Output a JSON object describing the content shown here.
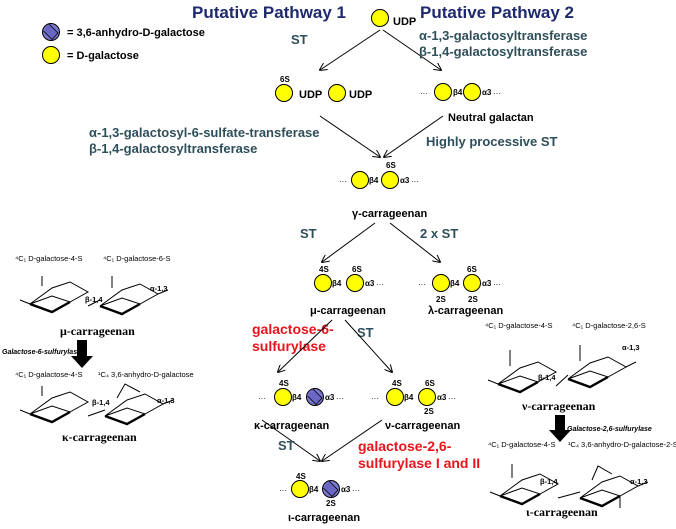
{
  "legend": [
    {
      "symbol": "blue-diamond-circle",
      "label": "= 3,6-anhydro-D-galactose"
    },
    {
      "symbol": "yellow-circle",
      "label": "= D-galactose"
    }
  ],
  "colors": {
    "galactose": "#ffff00",
    "anhydro_galactose": "#7b78d0",
    "pathway_title": "#1f2a6e",
    "enzyme": "#2e4f5a",
    "sulfurylase": "#e8141b"
  },
  "pathway1": {
    "title": "Putative Pathway 1",
    "st": "ST",
    "enzyme1": "α-1,3-galactosyl-6-sulfate-transferase",
    "enzyme2": "β-1,4-galactosyltransferase",
    "intermediate": {
      "sulfate": "6S",
      "udp1": "UDP",
      "udp2": "UDP"
    }
  },
  "pathway2": {
    "title": "Putative Pathway 2",
    "enzyme1": "α-1,3-galactosyltransferase",
    "enzyme2": "β-1,4-galactosyltransferase",
    "intermediate_label": "Neutral galactan",
    "st": "Highly processive ST"
  },
  "start": {
    "udp": "UDP"
  },
  "links": {
    "b4": "β4",
    "a3": "α3",
    "dots": "···"
  },
  "gamma": {
    "name": "γ-carrageenan",
    "s1": "6S"
  },
  "branch1": {
    "left": "ST",
    "right": "2 x ST"
  },
  "mu": {
    "name": "μ-carrageenan",
    "s1": "4S",
    "s2": "6S"
  },
  "lambda": {
    "name": "λ-carrageenan",
    "s1": "6S",
    "s2": "2S",
    "s3": "2S"
  },
  "branch2": {
    "enzyme_line1": "galactose-6-",
    "enzyme_line2": "sulfurylase",
    "st": "ST"
  },
  "kappa": {
    "name": "κ-carrageenan",
    "s1": "4S"
  },
  "nu": {
    "name": "ν-carrageenan",
    "s1": "4S",
    "s2": "6S",
    "s3": "2S"
  },
  "branch3": {
    "st": "ST",
    "enzyme_line1": "galactose-2,6-",
    "enzyme_line2": "sulfurylase I and II"
  },
  "iota": {
    "name": "ι-carrageenan",
    "s1": "4S",
    "s2": "2S"
  },
  "structures_left": {
    "mu": {
      "label_a": "⁴C₁ D-galactose-4-S",
      "label_b": "⁴C₁ D-galactose-6-S",
      "b14": "β-1,4",
      "a13": "α-1,3",
      "name": "μ-carrageenan"
    },
    "enzyme": "Galactose-6-sulfurylase",
    "kappa": {
      "label_a": "⁴C₁ D-galactose-4-S",
      "label_b": "¹C₄ 3,6-anhydro-D-galactose",
      "b14": "β-1,4",
      "a13": "α-1,3",
      "name": "κ-carrageenan"
    }
  },
  "structures_right": {
    "nu": {
      "label_a": "⁴C₁ D-galactose-4-S",
      "label_b": "⁴C₁ D-galactose-2,6-S",
      "b14": "β-1,4",
      "a13": "α-1,3",
      "name": "ν-carrageenan"
    },
    "enzyme": "Galactose-2,6-sulfurylase",
    "iota": {
      "label_a": "⁴C₁ D-galactose-4-S",
      "label_b": "¹C₄ 3,6-anhydro-D-galactose-2-S",
      "b14": "β-1,4",
      "a13": "α-1,3",
      "name": "ι-carrageenan"
    }
  }
}
